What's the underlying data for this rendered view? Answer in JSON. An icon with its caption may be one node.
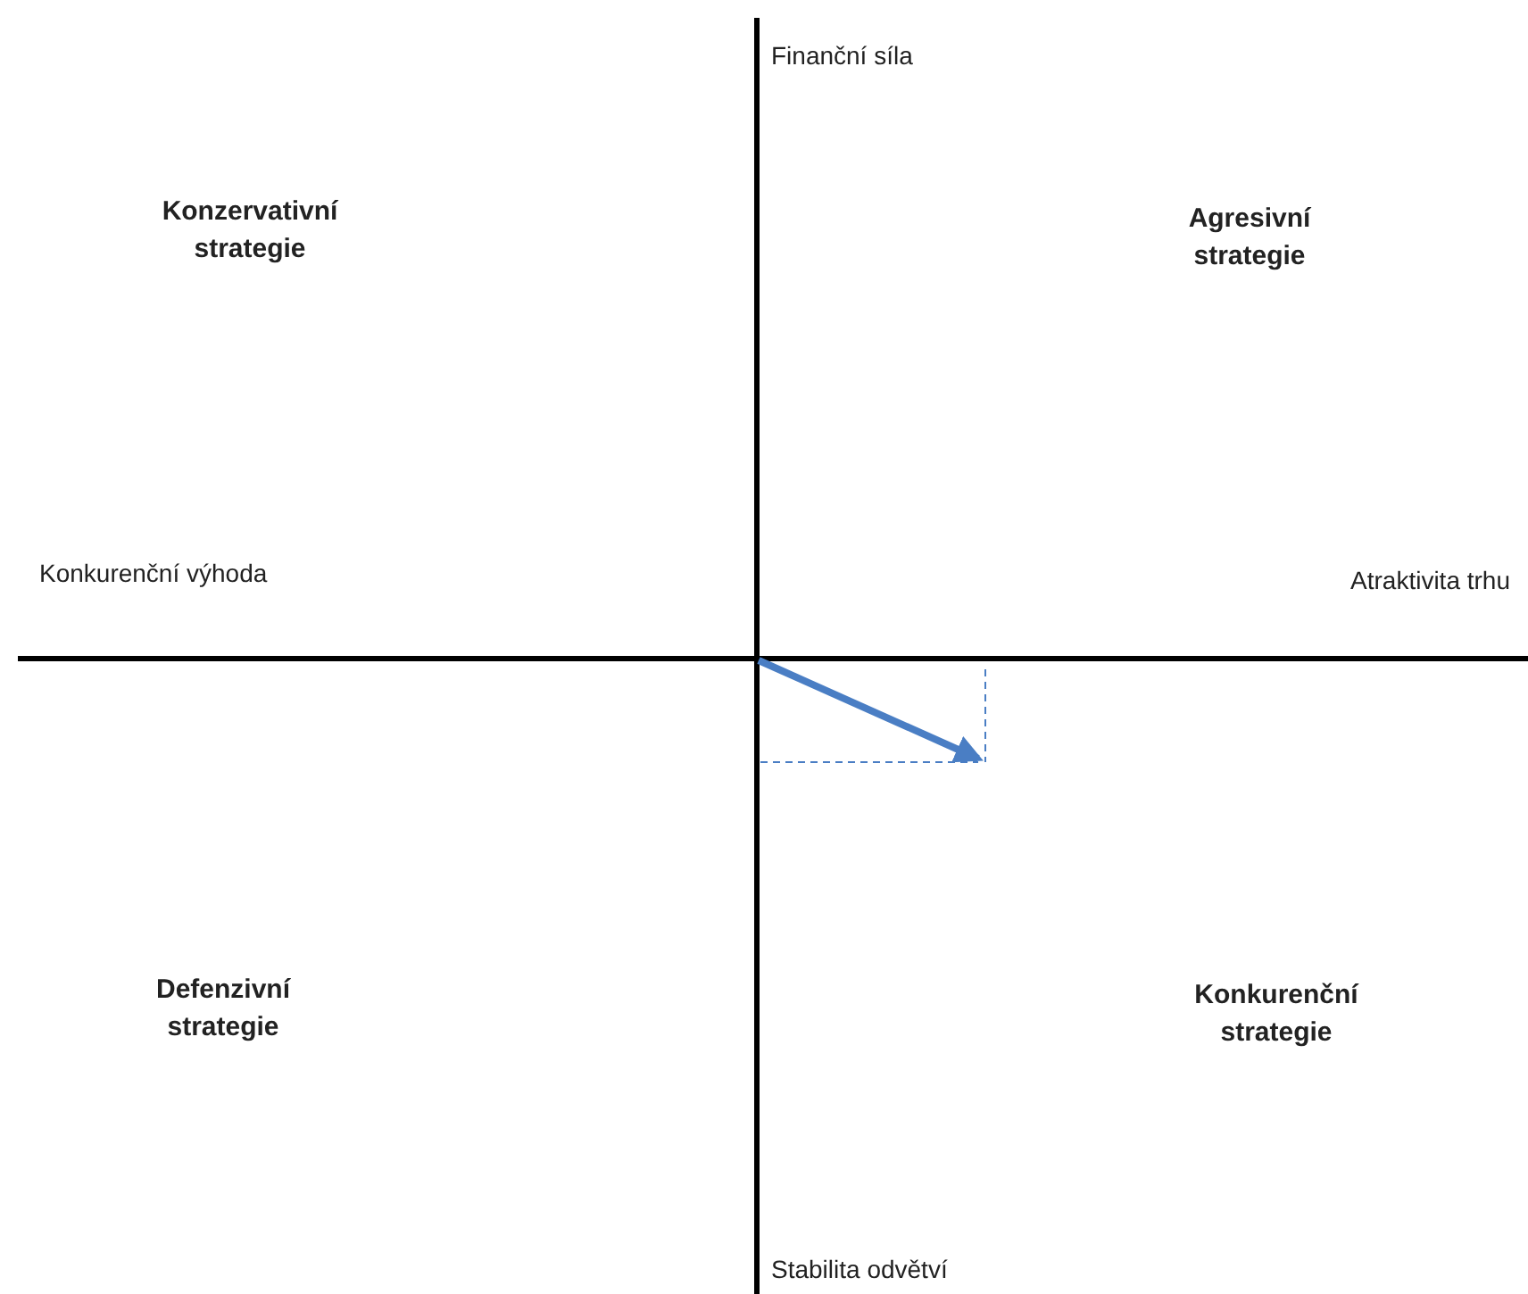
{
  "diagram": {
    "labels": [
      "Finanční síla",
      "Konzervativní strategie",
      "Agresivní strategie",
      "Konkurenční výhoda",
      "Atraktivita trhu",
      "Defenzivní strategie",
      "Konkurenční strategie",
      "Stabilita odvětví"
    ]
  }
}
